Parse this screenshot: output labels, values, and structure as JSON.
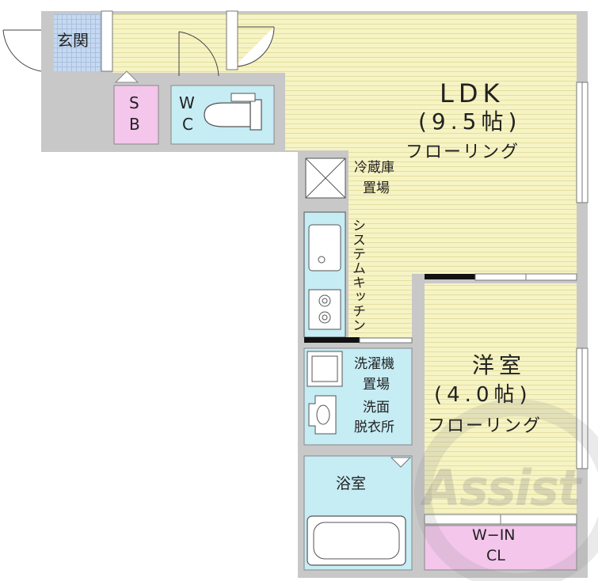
{
  "rooms": {
    "genkan": "玄関",
    "sb": [
      "S",
      "B"
    ],
    "wc": [
      "W",
      "C"
    ],
    "ldk": {
      "name": "LDK",
      "size": "(9.5帖)",
      "floor": "フローリング"
    },
    "refrigerator": [
      "冷蔵庫",
      "置場"
    ],
    "kitchen": "システムキッチン",
    "washer": [
      "洗濯機",
      "置場"
    ],
    "washroom": [
      "洗面",
      "脱衣所"
    ],
    "bath": "浴室",
    "western": {
      "name": "洋室",
      "size": "(4.0帖)",
      "floor": "フローリング"
    },
    "walkin": [
      "W−IN",
      "CL"
    ]
  },
  "watermark": "Assist",
  "colors": {
    "wall": "#c8c8c8",
    "floor": "#f6f3c2",
    "genkan": "#c4d8f0",
    "storage": "#f4c6ec",
    "water": "#c6ecf4",
    "room": "#ffffff"
  }
}
